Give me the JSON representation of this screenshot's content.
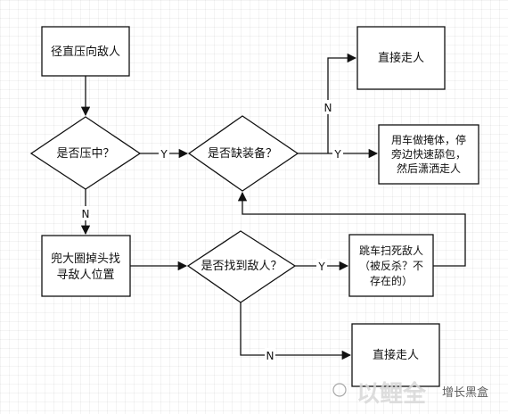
{
  "nodes": {
    "start": "径直压向敌人",
    "q_pressing": "是否压中？",
    "q_gear": "是否缺装备？",
    "walk_top": "直接走人",
    "cover": [
      "用车做掩体，停",
      "旁边快速舔包，",
      "然后潇洒走人"
    ],
    "circle_back": [
      "兜大圈掉头找",
      "寻敌人位置"
    ],
    "q_found": "是否找到敌人？",
    "jump_kill": [
      "跳车扫死敌人",
      "（被反杀？不",
      "存在的）"
    ],
    "walk_bottom": "直接走人"
  },
  "edge_labels": {
    "pressing_yes": "Y",
    "pressing_no": "N",
    "gear_no": "N",
    "gear_yes": "Y",
    "found_yes": "Y",
    "found_no": "N"
  },
  "watermark": {
    "logo": "以鲤全",
    "text": "增长黑盒"
  }
}
